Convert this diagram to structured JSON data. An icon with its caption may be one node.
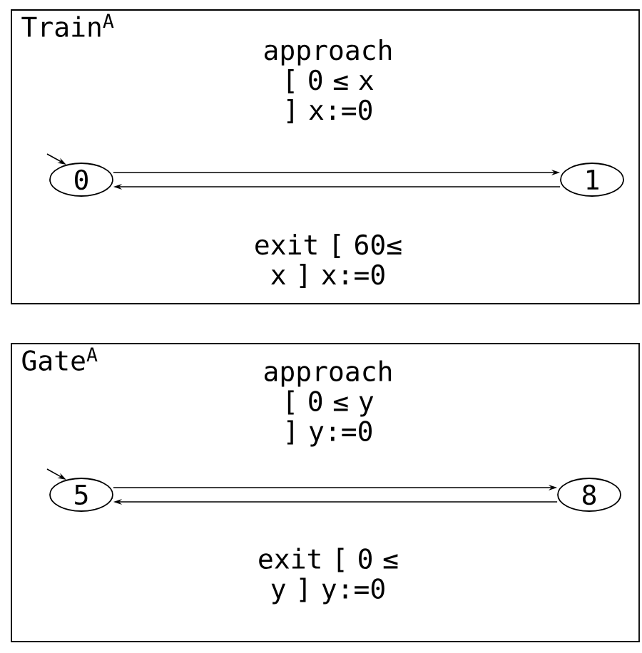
{
  "diagram": {
    "nodes": [
      {
        "text": [
          "Train$^{A}$"
        ]
      },
      {
        "text": [
          "0"
        ],
        "in": 0
      },
      {
        "text": [
          "1"
        ],
        "in": 0
      },
      {
        "text": [
          "Gate$^{A}$"
        ]
      },
      {
        "text": [
          "5"
        ],
        "in": 3
      },
      {
        "text": [
          "8"
        ],
        "in": 3
      }
    ],
    "edges": [
      {
        "from": null,
        "to": 1,
        "arrow": "to"
      },
      {
        "from": 1,
        "to": 2,
        "arrow": "to",
        "label": "approach [ 0 ≤ x ] x:=0"
      },
      {
        "from": 2,
        "to": 1,
        "arrow": "to",
        "label": "exit [ 60≤ x ] x:=0"
      },
      {
        "from": null,
        "to": 4,
        "arrow": "to"
      },
      {
        "from": 4,
        "to": 5,
        "arrow": "to",
        "label": "approach [ 0 ≤ y ] y:=0"
      },
      {
        "from": 5,
        "to": 4,
        "arrow": "to",
        "label": "exit [ 0 ≤ y ] y:=0"
      }
    ]
  }
}
